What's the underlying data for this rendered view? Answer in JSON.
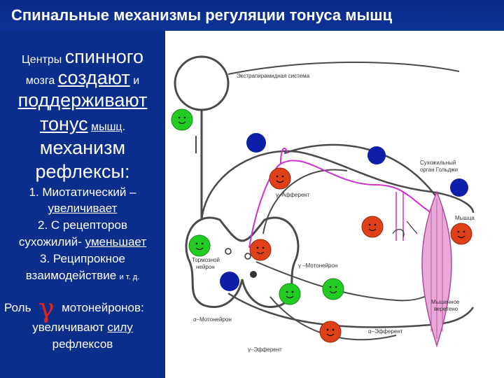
{
  "title": "Спинальные механизмы регуляции тонуса мышц",
  "left_text": {
    "l1a": "Центры",
    "l1b": "спинного",
    "l2a": "мозга",
    "l2b": "создают",
    "l2c": "и",
    "l3": "поддерживают",
    "l4a": "тонус",
    "l4b": "мышц",
    "l4c": ".",
    "l5": "механизм",
    "l6": "рефлексы:",
    "l7": "1. Миотатический –",
    "l8": "увеличивает",
    "l9": "2. С рецепторов",
    "l10a": "сухожилий-",
    "l10b": "уменьшает",
    "l11": "3. Реципрокное",
    "l12a": "взаимодействие",
    "l12b": "и т. д.",
    "l13a": "Роль",
    "gamma": "γ",
    "l13b": "мотонейронов:",
    "l14a": "увеличивают",
    "l14b": "силу",
    "l15": "рефлексов"
  },
  "diagram": {
    "labels": {
      "extrapyramidal": "Экстрапирамидная система",
      "golgi_1": "Сухожильный",
      "golgi_2": "орган Гольджи",
      "gamma_afferent": "γ–Афферент",
      "muscle": "Мышца",
      "inhib_1": "Тормозной",
      "inhib_2": "нейрон",
      "gamma_motoneuron": "γ –Мотонейрон",
      "spindle_1": "Мышечное",
      "spindle_2": "веретено",
      "alpha_motoneuron": "α–Мотонейрон",
      "alpha_efferent": "α–Эфферент",
      "gamma_efferent": "γ–Эфферент"
    },
    "colors": {
      "background": "#0b2d8c",
      "figure_bg": "#ffffff",
      "line": "#4a4a4a",
      "pink": "#cc33cc",
      "green_face": "#22cc22",
      "red_face": "#e04018",
      "blue_dot": "#0d1fa8",
      "gamma_symbol": "#e2231a"
    }
  }
}
